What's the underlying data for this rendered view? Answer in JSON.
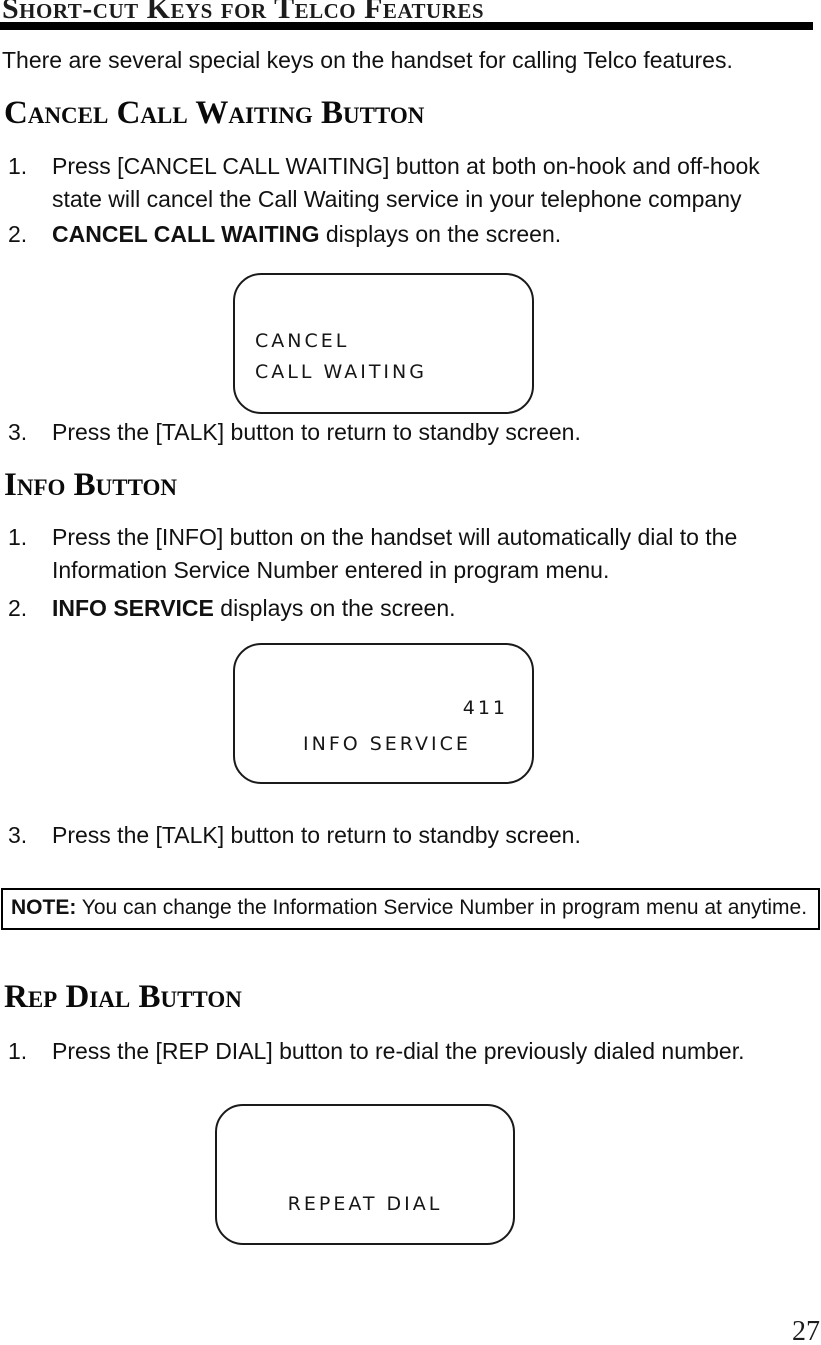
{
  "doc": {
    "title": "Short-cut Keys for Telco Features",
    "intro": "There are several special keys on the handset for calling Telco features.",
    "page_number": "27"
  },
  "cancel": {
    "heading": "Cancel Call Waiting Button",
    "step1": {
      "num": "1.",
      "line1": "Press [CANCEL CALL WAITING] button at both on-hook and off-hook",
      "line2": "state will cancel the Call Waiting service in your telephone company"
    },
    "step2": {
      "num": "2.",
      "bold": "CANCEL CALL WAITING",
      "rest": " displays on the screen."
    },
    "lcd": {
      "line1": "CANCEL",
      "line2": "CALL WAITING"
    },
    "step3": {
      "num": "3.",
      "text": "Press the [TALK] button to return to standby screen."
    }
  },
  "info": {
    "heading": "Info Button",
    "step1": {
      "num": "1.",
      "line1": "Press the [INFO] button on the handset will automatically dial to the",
      "line2": "Information Service Number entered in program menu."
    },
    "step2": {
      "num": "2.",
      "bold": "INFO SERVICE",
      "rest": " displays on the screen."
    },
    "lcd": {
      "number": "411",
      "label": "INFO SERVICE"
    },
    "step3": {
      "num": "3.",
      "text": "Press the [TALK] button to return to standby screen."
    }
  },
  "note": {
    "label": "NOTE:",
    "text": " You can change the Information Service Number in program menu at anytime."
  },
  "repdial": {
    "heading": "Rep Dial Button",
    "step1": {
      "num": "1.",
      "text": "Press the [REP DIAL] button to re-dial the previously dialed number."
    },
    "lcd": {
      "label": "REPEAT DIAL"
    }
  }
}
